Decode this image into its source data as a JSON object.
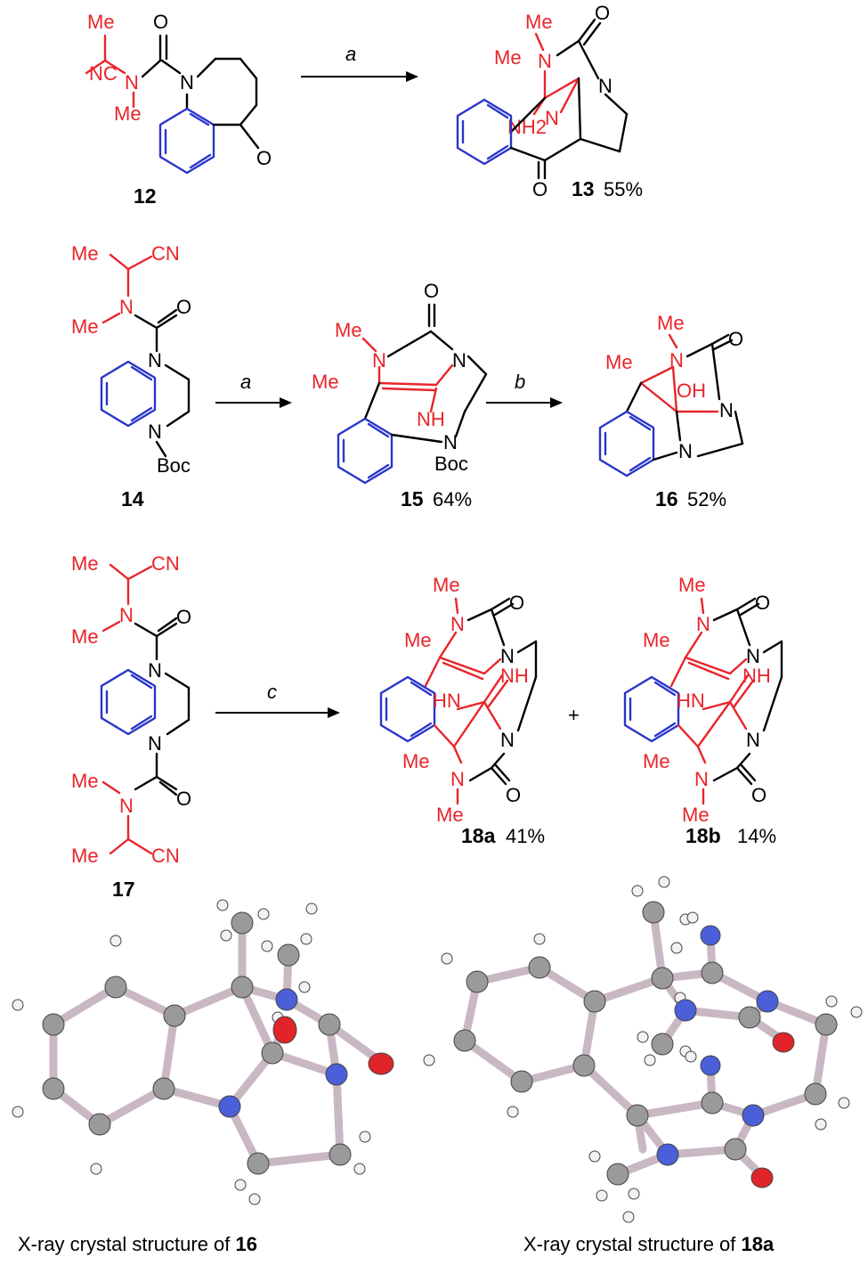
{
  "atoms": {
    "me": "Me",
    "nc": "NC",
    "cn": "CN",
    "n": "N",
    "o": "O",
    "nh2": "NH2",
    "nh": "NH",
    "hn": "HN",
    "oh": "OH",
    "boc": "Boc"
  },
  "reagents": {
    "a": "a",
    "b": "b",
    "c": "c"
  },
  "compounds": {
    "c12": {
      "id": "12",
      "yield": ""
    },
    "c13": {
      "id": "13",
      "yield": "55%"
    },
    "c14": {
      "id": "14",
      "yield": ""
    },
    "c15": {
      "id": "15",
      "yield": "64%"
    },
    "c16": {
      "id": "16",
      "yield": "52%"
    },
    "c17": {
      "id": "17",
      "yield": ""
    },
    "c18a": {
      "id": "18a",
      "yield": "41%"
    },
    "c18b": {
      "id": "18b",
      "yield": "14%"
    }
  },
  "plus": "+",
  "captions": {
    "left_prefix": "X-ray crystal structure of ",
    "left_id": "16",
    "right_prefix": "X-ray crystal structure of ",
    "right_id": "18a"
  },
  "colors": {
    "reactive_fragment": "#e8252a",
    "aryl_ring": "#2a35c9",
    "nitrogen_atom_3d": "#4a5fd8",
    "oxygen_atom_3d": "#e0242a",
    "carbon_atom_3d": "#9a9a9a",
    "hydrogen_atom_3d": "#f2f2f2",
    "bond_3d": "#c9b8c4"
  }
}
